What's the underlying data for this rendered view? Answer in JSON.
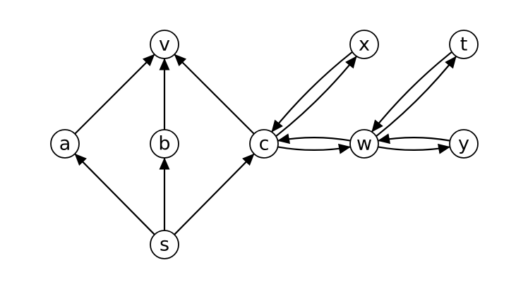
{
  "nodes": [
    {
      "id": "v",
      "label": "v"
    },
    {
      "id": "x",
      "label": "x"
    },
    {
      "id": "t",
      "label": "t"
    },
    {
      "id": "a",
      "label": "a"
    },
    {
      "id": "b",
      "label": "b"
    },
    {
      "id": "c",
      "label": "c"
    },
    {
      "id": "w",
      "label": "w"
    },
    {
      "id": "y",
      "label": "y"
    },
    {
      "id": "s",
      "label": "s"
    }
  ],
  "edges": [
    {
      "from": "a",
      "to": "v"
    },
    {
      "from": "b",
      "to": "v"
    },
    {
      "from": "c",
      "to": "v"
    },
    {
      "from": "s",
      "to": "a"
    },
    {
      "from": "s",
      "to": "b"
    },
    {
      "from": "s",
      "to": "c"
    },
    {
      "from": "c",
      "to": "x"
    },
    {
      "from": "x",
      "to": "c"
    },
    {
      "from": "c",
      "to": "w"
    },
    {
      "from": "w",
      "to": "c"
    },
    {
      "from": "w",
      "to": "t"
    },
    {
      "from": "t",
      "to": "w"
    },
    {
      "from": "w",
      "to": "y"
    },
    {
      "from": "y",
      "to": "w"
    }
  ],
  "colors": {
    "stroke": "#000000",
    "fill": "#ffffff"
  }
}
